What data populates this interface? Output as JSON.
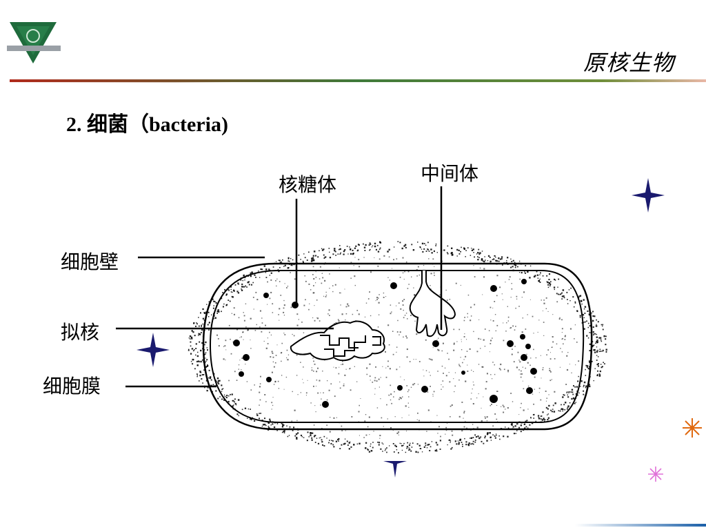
{
  "header": {
    "title": "原核生物"
  },
  "heading": {
    "number": "2.",
    "text": "细菌（bacteria)"
  },
  "diagram": {
    "labels": {
      "ribosome": "核糖体",
      "mesosome": "中间体",
      "cell_wall": "细胞壁",
      "nucleoid": "拟核",
      "cell_membrane": "细胞膜"
    }
  },
  "colors": {
    "logo_green": "#1f6b3c",
    "logo_gray": "#9aa0a6",
    "rule_start": "#b02a1b",
    "rule_mid": "#3f7a3a",
    "star_navy": "#1a1a6e",
    "star_orange": "#e06a10",
    "star_pink": "#e070d8"
  }
}
